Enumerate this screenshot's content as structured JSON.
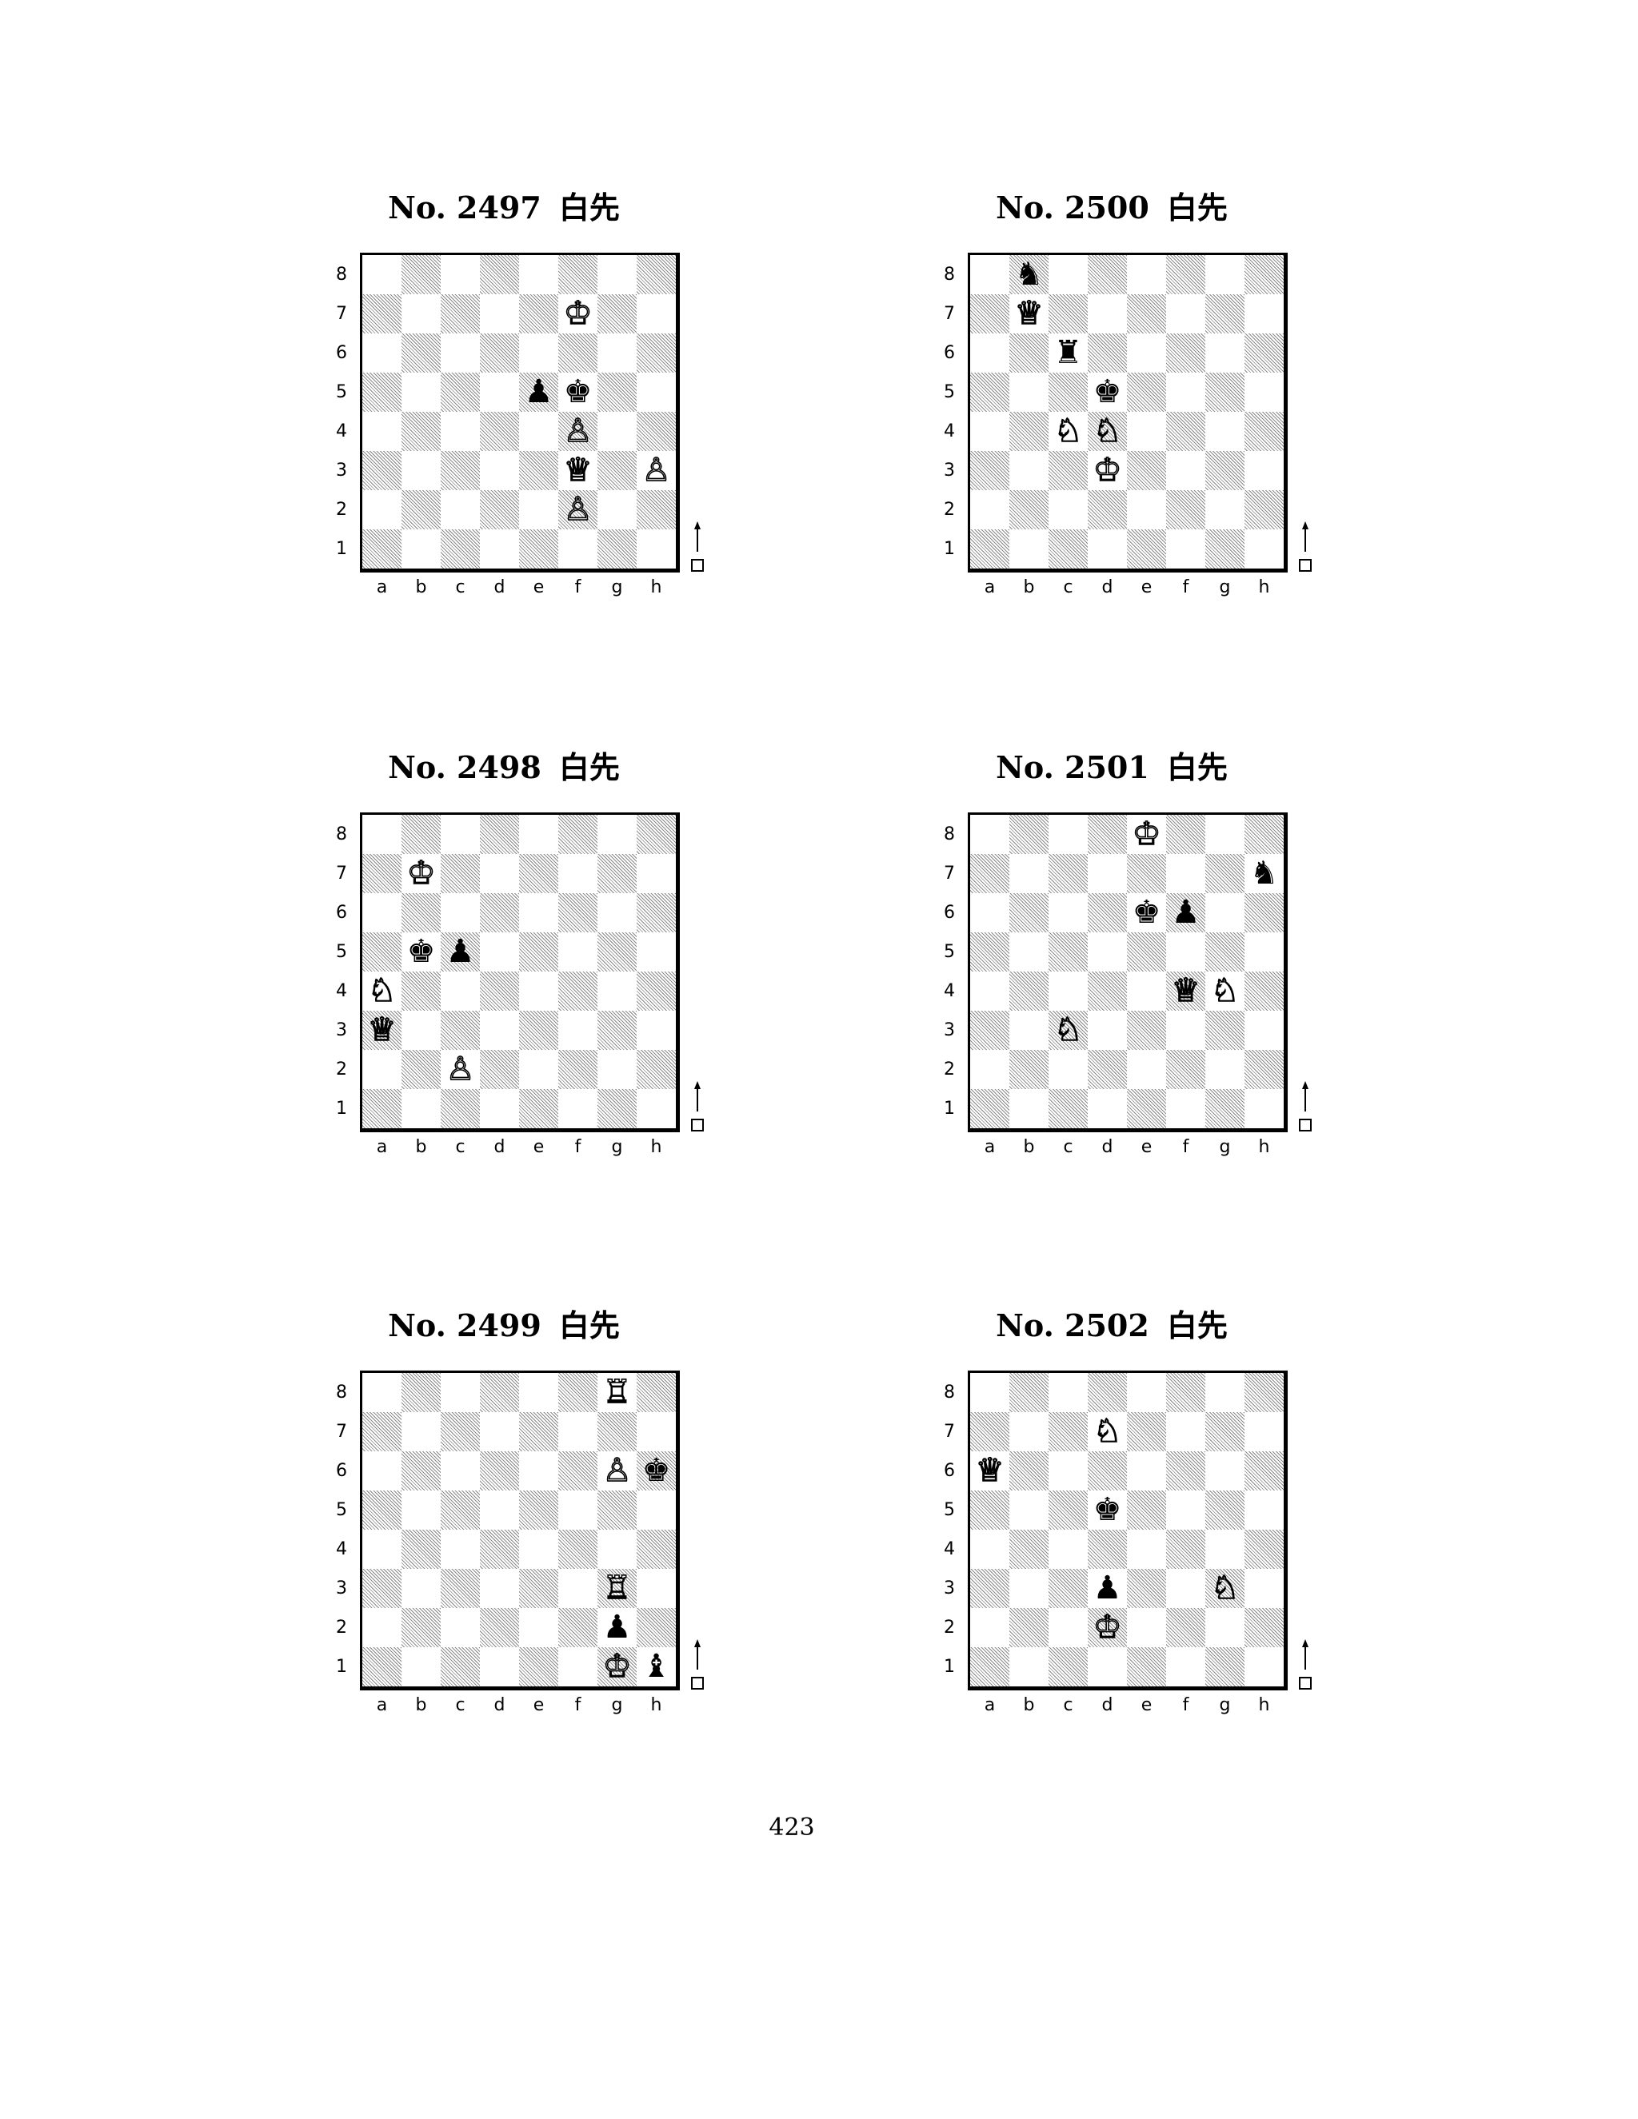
{
  "files_labels": [
    "a",
    "b",
    "c",
    "d",
    "e",
    "f",
    "g",
    "h"
  ],
  "ranks_labels": [
    "8",
    "7",
    "6",
    "5",
    "4",
    "3",
    "2",
    "1"
  ],
  "turn_indicator": "white-to-move-icon",
  "puzzles": [
    {
      "number": "No. 2497",
      "caption": "白先",
      "pieces": [
        {
          "sq": "f7",
          "color": "w",
          "type": "K",
          "glyph": "♔"
        },
        {
          "sq": "e5",
          "color": "b",
          "type": "P",
          "glyph": "♟"
        },
        {
          "sq": "f5",
          "color": "b",
          "type": "K",
          "glyph": "♚"
        },
        {
          "sq": "f4",
          "color": "w",
          "type": "P",
          "glyph": "♙"
        },
        {
          "sq": "f3",
          "color": "w",
          "type": "Q",
          "glyph": "♕"
        },
        {
          "sq": "h3",
          "color": "w",
          "type": "P",
          "glyph": "♙"
        },
        {
          "sq": "f2",
          "color": "w",
          "type": "P",
          "glyph": "♙"
        }
      ]
    },
    {
      "number": "No. 2500",
      "caption": "白先",
      "pieces": [
        {
          "sq": "b8",
          "color": "b",
          "type": "N",
          "glyph": "♞"
        },
        {
          "sq": "b7",
          "color": "w",
          "type": "Q",
          "glyph": "♕"
        },
        {
          "sq": "c6",
          "color": "b",
          "type": "R",
          "glyph": "♜"
        },
        {
          "sq": "d5",
          "color": "b",
          "type": "K",
          "glyph": "♚"
        },
        {
          "sq": "c4",
          "color": "w",
          "type": "N",
          "glyph": "♘"
        },
        {
          "sq": "d4",
          "color": "w",
          "type": "N",
          "glyph": "♘"
        },
        {
          "sq": "d3",
          "color": "w",
          "type": "K",
          "glyph": "♔"
        }
      ]
    },
    {
      "number": "No. 2498",
      "caption": "白先",
      "pieces": [
        {
          "sq": "b7",
          "color": "w",
          "type": "K",
          "glyph": "♔"
        },
        {
          "sq": "b5",
          "color": "b",
          "type": "K",
          "glyph": "♚"
        },
        {
          "sq": "c5",
          "color": "b",
          "type": "P",
          "glyph": "♟"
        },
        {
          "sq": "a4",
          "color": "w",
          "type": "N",
          "glyph": "♘"
        },
        {
          "sq": "a3",
          "color": "w",
          "type": "Q",
          "glyph": "♕"
        },
        {
          "sq": "c2",
          "color": "w",
          "type": "P",
          "glyph": "♙"
        }
      ]
    },
    {
      "number": "No. 2501",
      "caption": "白先",
      "pieces": [
        {
          "sq": "e8",
          "color": "w",
          "type": "K",
          "glyph": "♔"
        },
        {
          "sq": "h7",
          "color": "b",
          "type": "N",
          "glyph": "♞"
        },
        {
          "sq": "e6",
          "color": "b",
          "type": "K",
          "glyph": "♚"
        },
        {
          "sq": "f6",
          "color": "b",
          "type": "P",
          "glyph": "♟"
        },
        {
          "sq": "f4",
          "color": "w",
          "type": "Q",
          "glyph": "♕"
        },
        {
          "sq": "g4",
          "color": "w",
          "type": "N",
          "glyph": "♘"
        },
        {
          "sq": "c3",
          "color": "w",
          "type": "N",
          "glyph": "♘"
        }
      ]
    },
    {
      "number": "No. 2499",
      "caption": "白先",
      "pieces": [
        {
          "sq": "g8",
          "color": "w",
          "type": "R",
          "glyph": "♖"
        },
        {
          "sq": "g6",
          "color": "w",
          "type": "P",
          "glyph": "♙"
        },
        {
          "sq": "h6",
          "color": "b",
          "type": "K",
          "glyph": "♚"
        },
        {
          "sq": "g3",
          "color": "w",
          "type": "R",
          "glyph": "♖"
        },
        {
          "sq": "g2",
          "color": "b",
          "type": "P",
          "glyph": "♟"
        },
        {
          "sq": "g1",
          "color": "w",
          "type": "K",
          "glyph": "♔"
        },
        {
          "sq": "h1",
          "color": "b",
          "type": "B",
          "glyph": "♝"
        }
      ]
    },
    {
      "number": "No. 2502",
      "caption": "白先",
      "pieces": [
        {
          "sq": "d7",
          "color": "w",
          "type": "N",
          "glyph": "♘"
        },
        {
          "sq": "a6",
          "color": "w",
          "type": "Q",
          "glyph": "♕"
        },
        {
          "sq": "d5",
          "color": "b",
          "type": "K",
          "glyph": "♚"
        },
        {
          "sq": "d3",
          "color": "b",
          "type": "P",
          "glyph": "♟"
        },
        {
          "sq": "g3",
          "color": "w",
          "type": "N",
          "glyph": "♘"
        },
        {
          "sq": "d2",
          "color": "w",
          "type": "K",
          "glyph": "♔"
        }
      ]
    }
  ],
  "page_number": "423"
}
